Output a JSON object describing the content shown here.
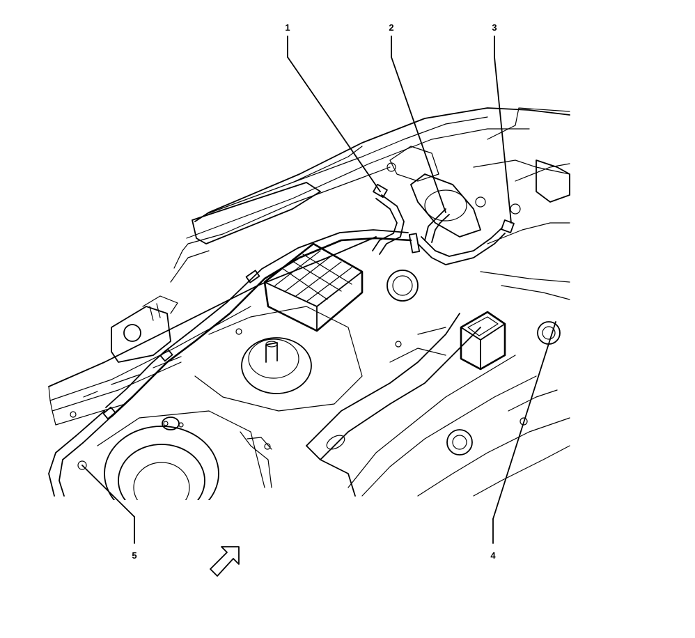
{
  "callouts": [
    {
      "id": "1",
      "label": "1"
    },
    {
      "id": "2",
      "label": "2"
    },
    {
      "id": "3",
      "label": "3"
    },
    {
      "id": "4",
      "label": "4"
    },
    {
      "id": "5",
      "label": "5"
    }
  ],
  "icons": {
    "front_arrow": "front-direction-arrow-icon"
  },
  "colors": {
    "ink": "#000000",
    "paper": "#ffffff"
  }
}
